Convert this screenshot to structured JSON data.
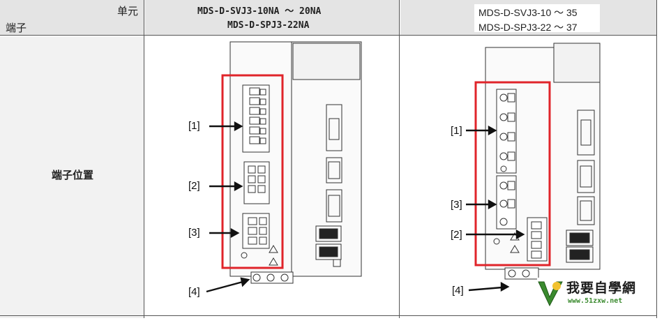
{
  "header": {
    "unit_label": "单元",
    "terminal_label": "端子",
    "col1_line1": "MDS-D-SVJ3-10NA 〜 20NA",
    "col1_line2": "MDS-D-SPJ3-22NA",
    "col2_line1": "MDS-D-SVJ3-10 ～ 35",
    "col2_line2": "MDS-D-SPJ3-22 ～ 37"
  },
  "row": {
    "label": "端子位置"
  },
  "diagram_left": {
    "callouts": [
      "[1]",
      "[2]",
      "[3]",
      "[4]"
    ]
  },
  "diagram_right": {
    "callouts": [
      "[1]",
      "[3]",
      "[2]",
      "[4]"
    ]
  },
  "watermark": {
    "title": "我要自學網",
    "url": "www.51zxw.net"
  },
  "colors": {
    "highlight_box": "#e0242a",
    "header_bg": "#e4e4e4",
    "label_bg": "#f2f2f2",
    "logo_green": "#3a8a2e"
  }
}
